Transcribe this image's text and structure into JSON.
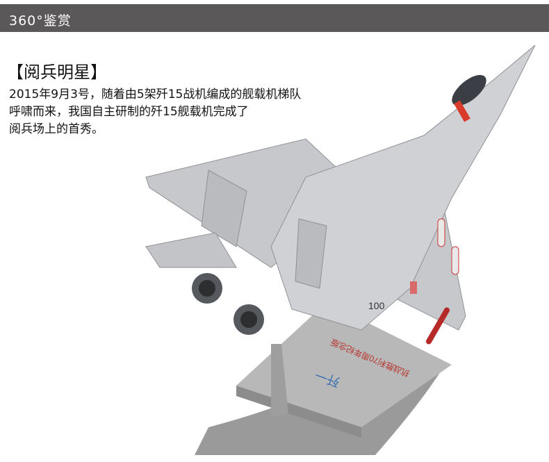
{
  "header": {
    "title": "360°鉴赏",
    "background": "#5a5859"
  },
  "section": {
    "heading": "【阅兵明星】",
    "lines": [
      "2015年9月3号，随着由5架歼15战机编成的舰载机梯队",
      "呼啸而来，我国自主研制的歼15舰载机完成了",
      "阅兵场上的首秀。"
    ]
  },
  "product_image": {
    "stand_label": "歼一",
    "stand_caption": "抗战胜利70周年纪念版",
    "tail_number": "100"
  }
}
